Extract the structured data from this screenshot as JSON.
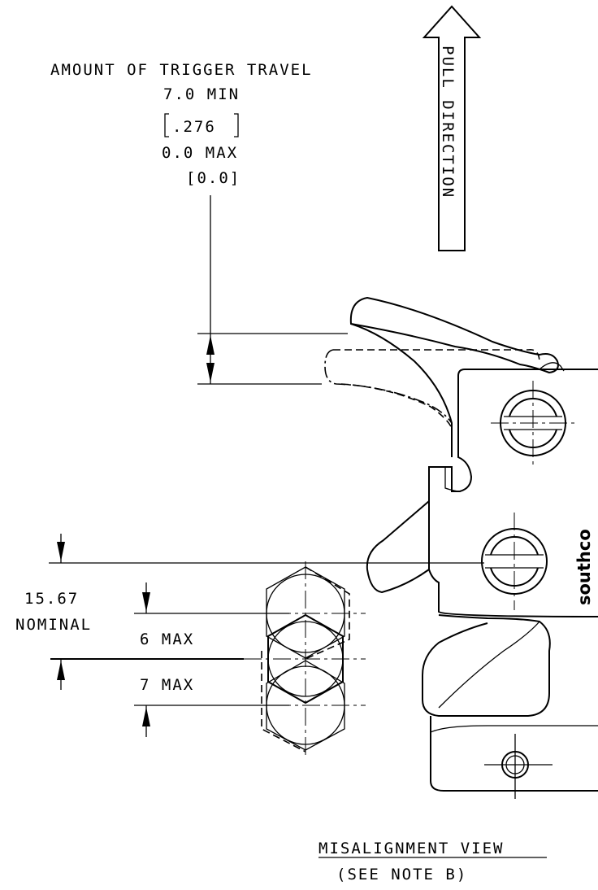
{
  "travel": {
    "title": "AMOUNT OF TRIGGER TRAVEL",
    "min": "7.0 MIN",
    "min_in": ".276",
    "max": "0.0 MAX",
    "max_in": "[0.0]"
  },
  "pull": {
    "label": "PULL DIRECTION"
  },
  "nominal": {
    "value": "15.67",
    "label": "NOMINAL"
  },
  "max6": "6 MAX",
  "max7": "7 MAX",
  "brand": "southco",
  "view": {
    "title": "MISALIGNMENT VIEW",
    "note": "(SEE NOTE B)"
  }
}
